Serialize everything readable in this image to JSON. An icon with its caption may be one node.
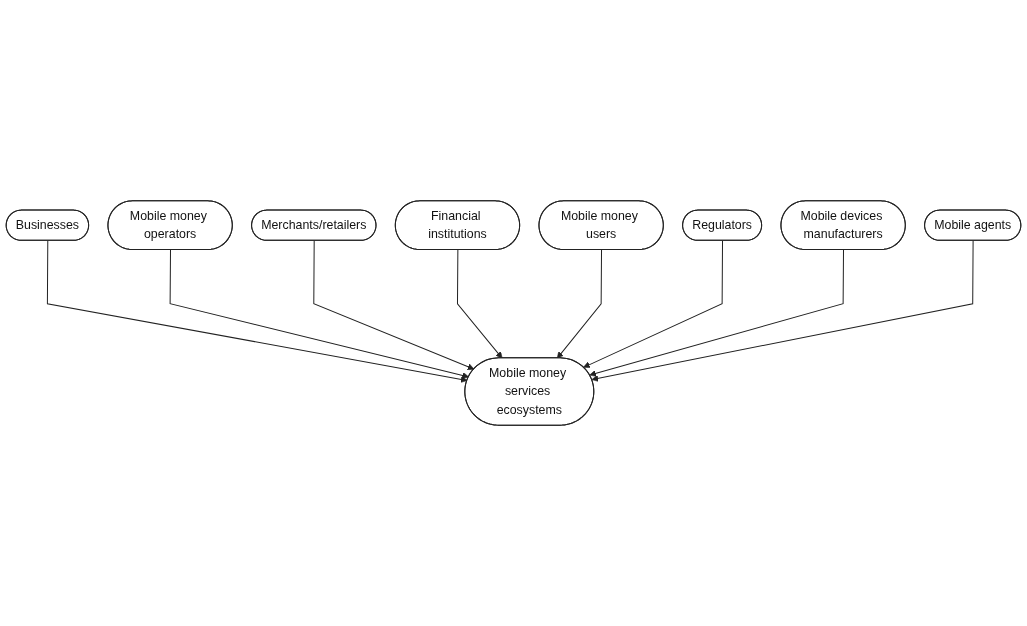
{
  "diagram": {
    "nodes": [
      {
        "text": [
          "Businesses"
        ]
      },
      {
        "text": [
          "Mobile money operators"
        ]
      },
      {
        "text": [
          "Merchants/retailers"
        ]
      },
      {
        "text": [
          "Mobile money services ecosystems"
        ]
      },
      {
        "text": [
          "Financial institutions"
        ]
      },
      {
        "text": [
          "Mobile money users"
        ]
      },
      {
        "text": [
          "Regulators"
        ]
      },
      {
        "text": [
          "Mobile devices manufacturers"
        ]
      },
      {
        "text": [
          "Mobile agents"
        ]
      }
    ],
    "edges": [
      {
        "from": 0,
        "to": 3,
        "arrow": "to"
      },
      {
        "from": 1,
        "to": 3,
        "arrow": "to"
      },
      {
        "from": 2,
        "to": 3,
        "arrow": "to"
      },
      {
        "from": 4,
        "to": 3,
        "arrow": "to"
      },
      {
        "from": 5,
        "to": 3,
        "arrow": "to"
      },
      {
        "from": 6,
        "to": 3,
        "arrow": "to"
      },
      {
        "from": 7,
        "to": 3,
        "arrow": "to"
      },
      {
        "from": 8,
        "to": 3,
        "arrow": "to"
      }
    ]
  }
}
